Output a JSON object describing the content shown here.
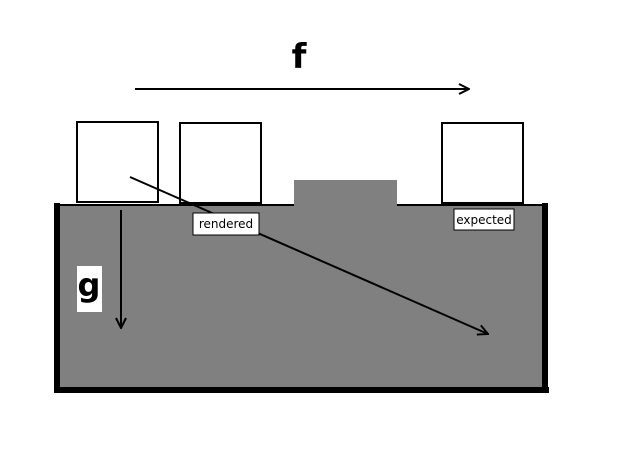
{
  "labels": {
    "force": "f",
    "gravity": "g",
    "rendered": "rendered",
    "expected": "expected"
  },
  "colors": {
    "background": "#ffffff",
    "ground": "#808080",
    "outline": "#000000",
    "box_fill": "#ffffff"
  }
}
